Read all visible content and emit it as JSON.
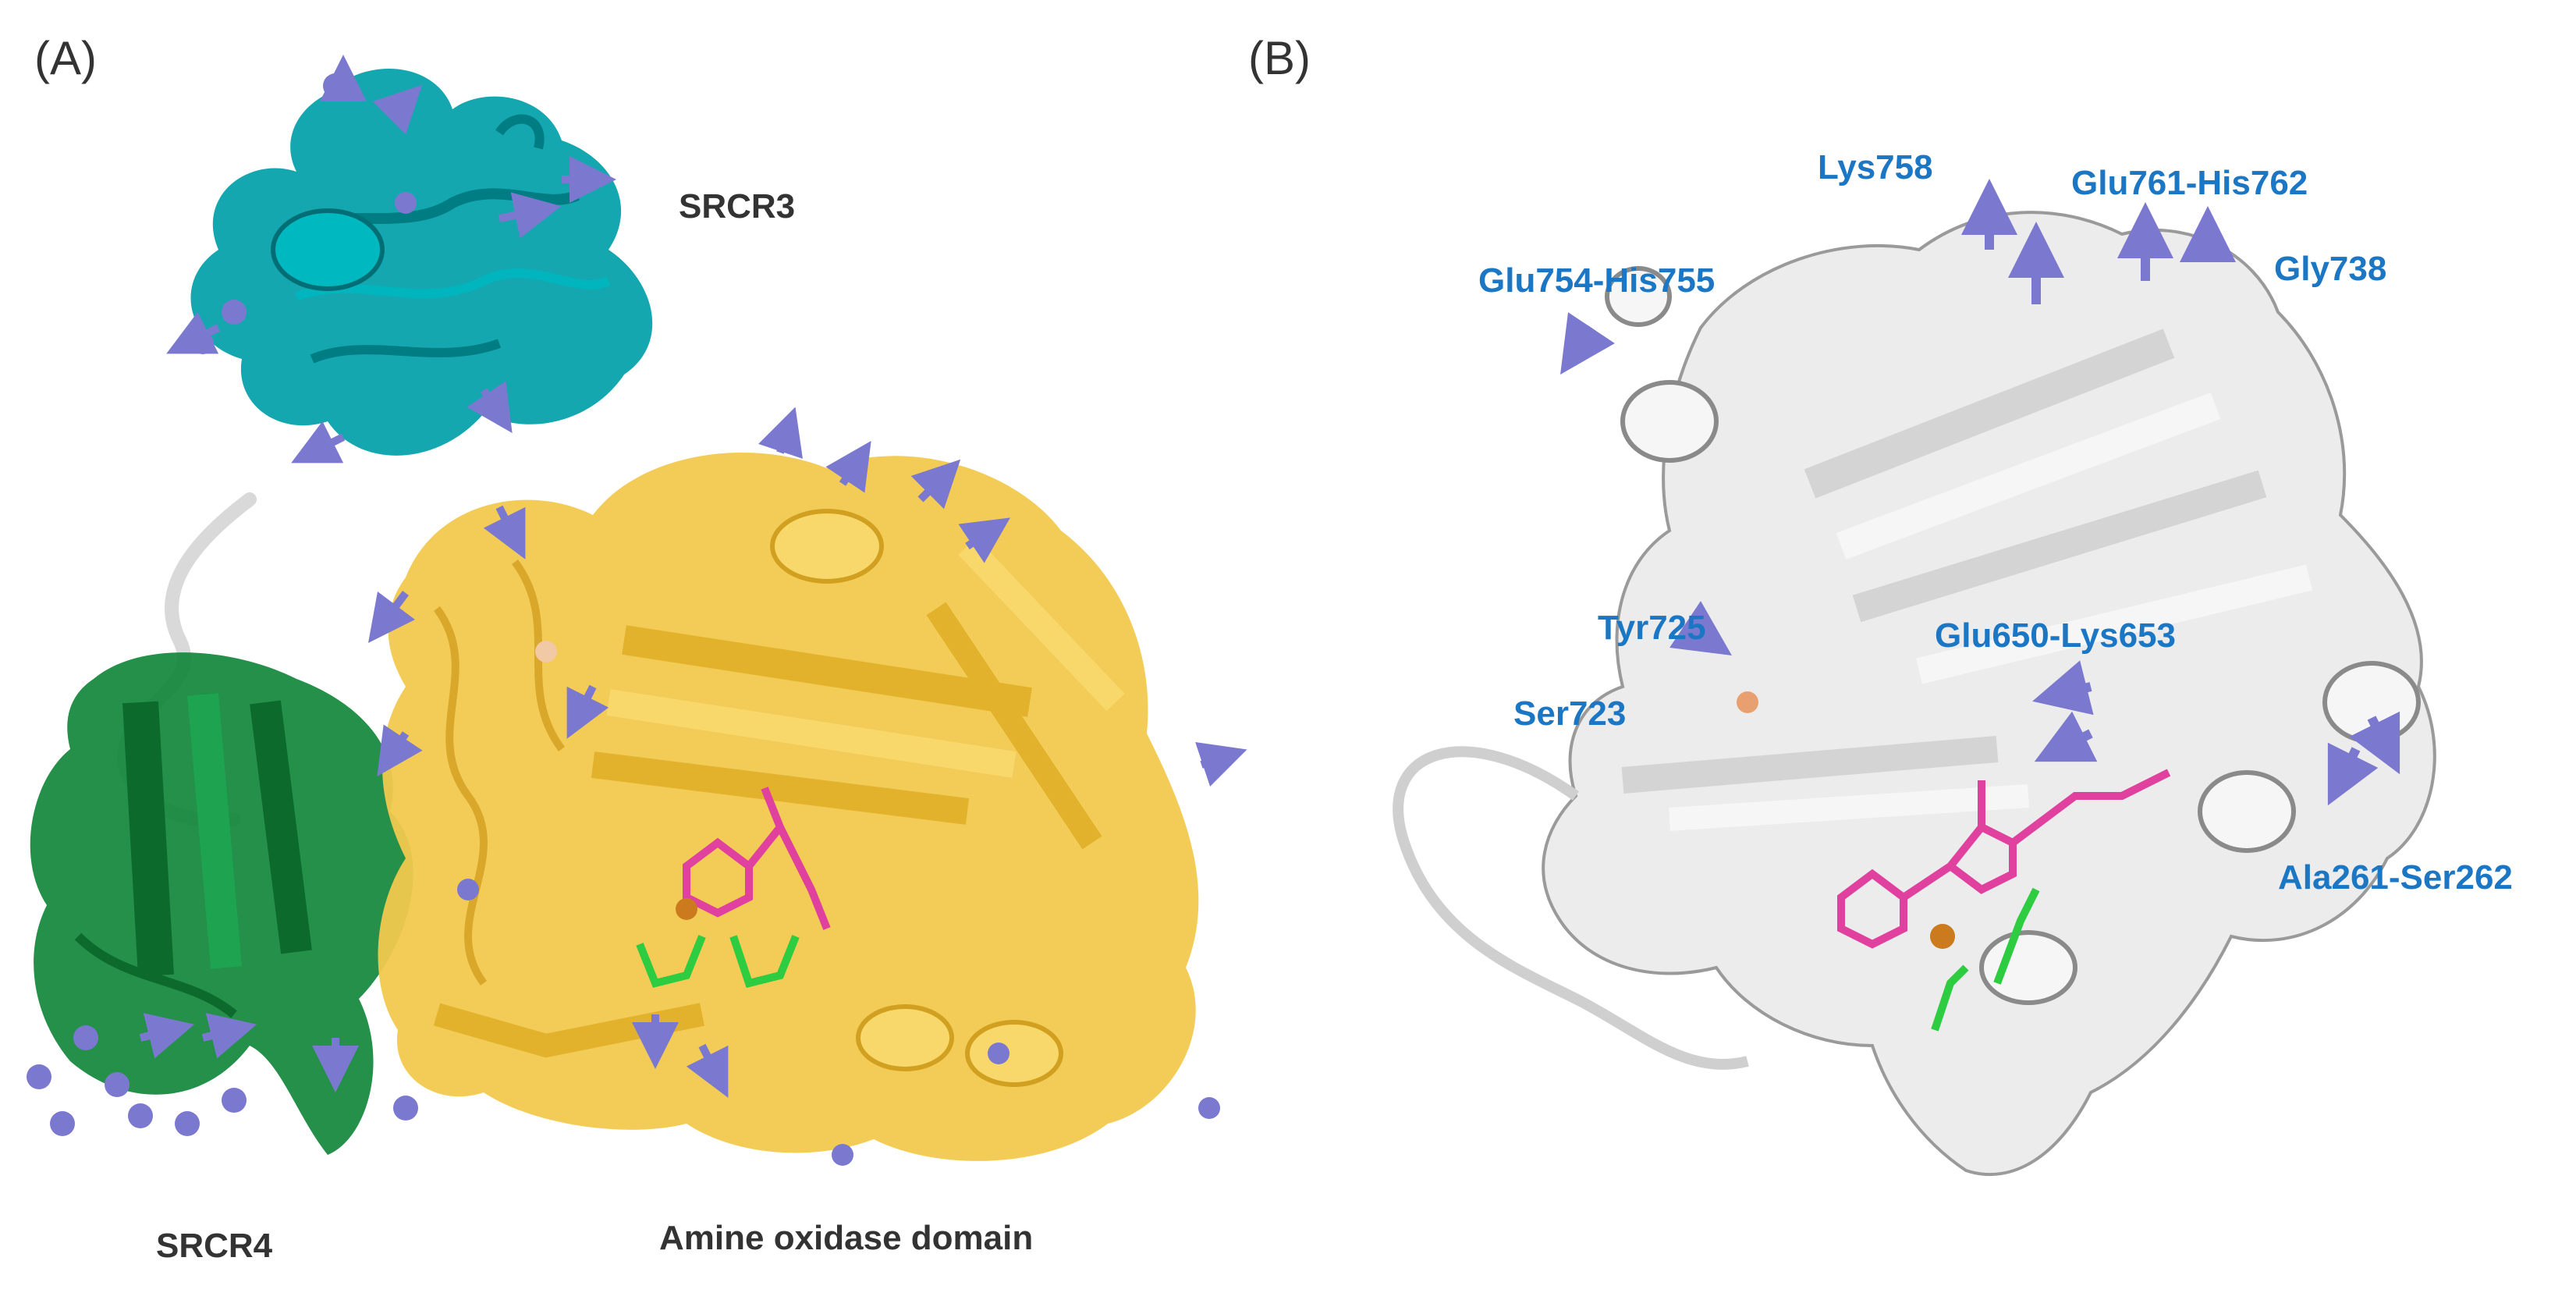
{
  "figure": {
    "panel_a": {
      "letter": "(A)",
      "labels": {
        "srcr3": "SRCR3",
        "srcr4": "SRCR4",
        "amine_oxidase": "Amine oxidase domain"
      }
    },
    "panel_b": {
      "letter": "(B)",
      "residues": [
        "Lys758",
        "Glu761-His762",
        "Gly738",
        "Glu754-His755",
        "Tyr725",
        "Glu650-Lys653",
        "Ser723",
        "Ala261-Ser262"
      ]
    }
  },
  "colors": {
    "srcr3": "#00a0a8",
    "srcr4": "#11873a",
    "amine_oxidase": "#f2c94e",
    "linker": "#d9d9d9",
    "panel_b_ribbon": "#e8e8e8",
    "vector_arrows": "#7b78cf",
    "ligand": "#e0409e",
    "histidines": "#2ecc40",
    "copper": "#cc7a1e",
    "residue_label": "#1b76c4"
  }
}
